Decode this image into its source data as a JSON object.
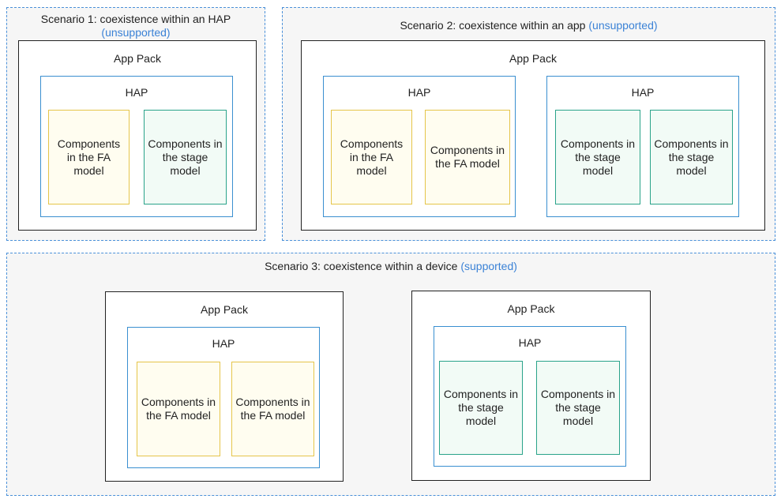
{
  "scenario1": {
    "title": "Scenario 1: coexistence within an HAP",
    "status": "(unsupported)",
    "pack_label": "App Pack",
    "hap_label": "HAP",
    "components": [
      "Components in the FA model",
      "Components in the stage model"
    ]
  },
  "scenario2": {
    "title": "Scenario 2: coexistence within an app",
    "status": "(unsupported)",
    "pack_label": "App Pack",
    "haps": [
      {
        "label": "HAP",
        "components": [
          "Components in the FA model",
          "Components in the FA model"
        ]
      },
      {
        "label": "HAP",
        "components": [
          "Components in the stage model",
          "Components in the stage model"
        ]
      }
    ]
  },
  "scenario3": {
    "title": "Scenario 3: coexistence within a device",
    "status": "(supported)",
    "packs": [
      {
        "label": "App Pack",
        "hap_label": "HAP",
        "components": [
          "Components in the FA model",
          "Components in the FA model"
        ]
      },
      {
        "label": "App Pack",
        "hap_label": "HAP",
        "components": [
          "Components in the stage model",
          "Components in the stage model"
        ]
      }
    ]
  },
  "colors": {
    "scenario_border": "#4a90d9",
    "status_text": "#3b82d6",
    "hap_border": "#3a8fd0",
    "fa_border": "#e5c54a",
    "stage_border": "#2aa38a"
  }
}
